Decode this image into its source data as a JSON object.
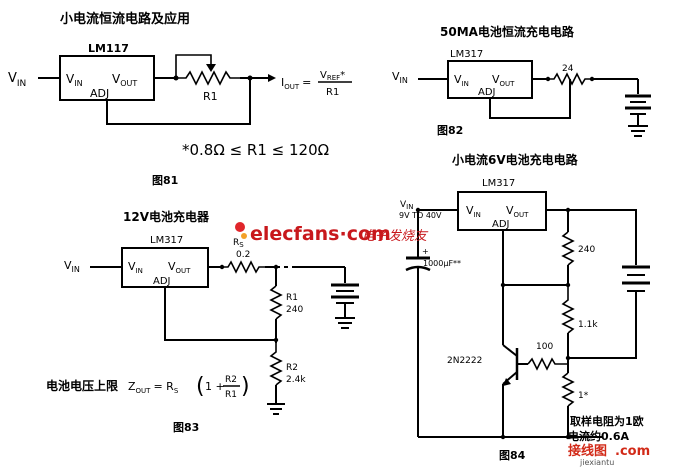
{
  "fig81": {
    "title": "小电流恒流电路及应用",
    "ic_name": "LM117",
    "vin": "V",
    "vin_sub": "IN",
    "pin_vin": "V",
    "pin_vin_sub": "IN",
    "pin_vout": "V",
    "pin_vout_sub": "OUT",
    "pin_adj": "ADJ",
    "r1": "R1",
    "iout": "I",
    "iout_sub": "OUT",
    "eq": "=",
    "vref": "V",
    "vref_sub": "REF",
    "asterisk": "*",
    "div": "R1",
    "constraint": "*0.8Ω ≤ R1 ≤ 120Ω",
    "caption": "图81"
  },
  "fig82": {
    "title": "50MA电池恒流充电电路",
    "ic_name": "LM317",
    "vin": "V",
    "vin_sub": "IN",
    "pin_vin": "V",
    "pin_vin_sub": "IN",
    "pin_vout": "V",
    "pin_vout_sub": "OUT",
    "pin_adj": "ADJ",
    "res": "24",
    "caption": "图82"
  },
  "fig83": {
    "title": "12V电池充电器",
    "ic_name": "LM317",
    "vin": "V",
    "vin_sub": "IN",
    "pin_vin": "V",
    "pin_vin_sub": "IN",
    "pin_vout": "V",
    "pin_vout_sub": "OUT",
    "pin_adj": "ADJ",
    "rs": "R",
    "rs_sub": "S",
    "rs_val": "0.2",
    "r1": "R1",
    "r1_val": "240",
    "r2": "R2",
    "r2_val": "2.4k",
    "formula_label": "电池电压上限",
    "z": "Z",
    "z_sub": "OUT",
    "z_eq": "= R",
    "z_rs_sub": "S",
    "paren_open": "(",
    "one_plus": "1 +",
    "frac_top": "R2",
    "frac_bot": "R1",
    "paren_close": ")",
    "caption": "图83"
  },
  "fig84": {
    "title": "小电流6V电池充电电路",
    "ic_name": "LM317",
    "vin": "V",
    "vin_sub": "IN",
    "vin_range": "9V TO 40V",
    "pin_vin": "V",
    "pin_vin_sub": "IN",
    "pin_vout": "V",
    "pin_vout_sub": "OUT",
    "pin_adj": "ADJ",
    "cap": "1000μF**",
    "cap_plus": "+",
    "r240": "240",
    "r11k": "1.1k",
    "r100": "100",
    "transistor": "2N2222",
    "r1star": "1*",
    "note1": "取样电阻为1欧",
    "note2": "电流约0.6A",
    "caption": "图84"
  },
  "watermark": {
    "main": "elecfans·com",
    "cn": "电子发烧友",
    "bottom_cn": "接线图",
    "bottom_dot": ".com",
    "bottom_url": "jiexiantu"
  }
}
